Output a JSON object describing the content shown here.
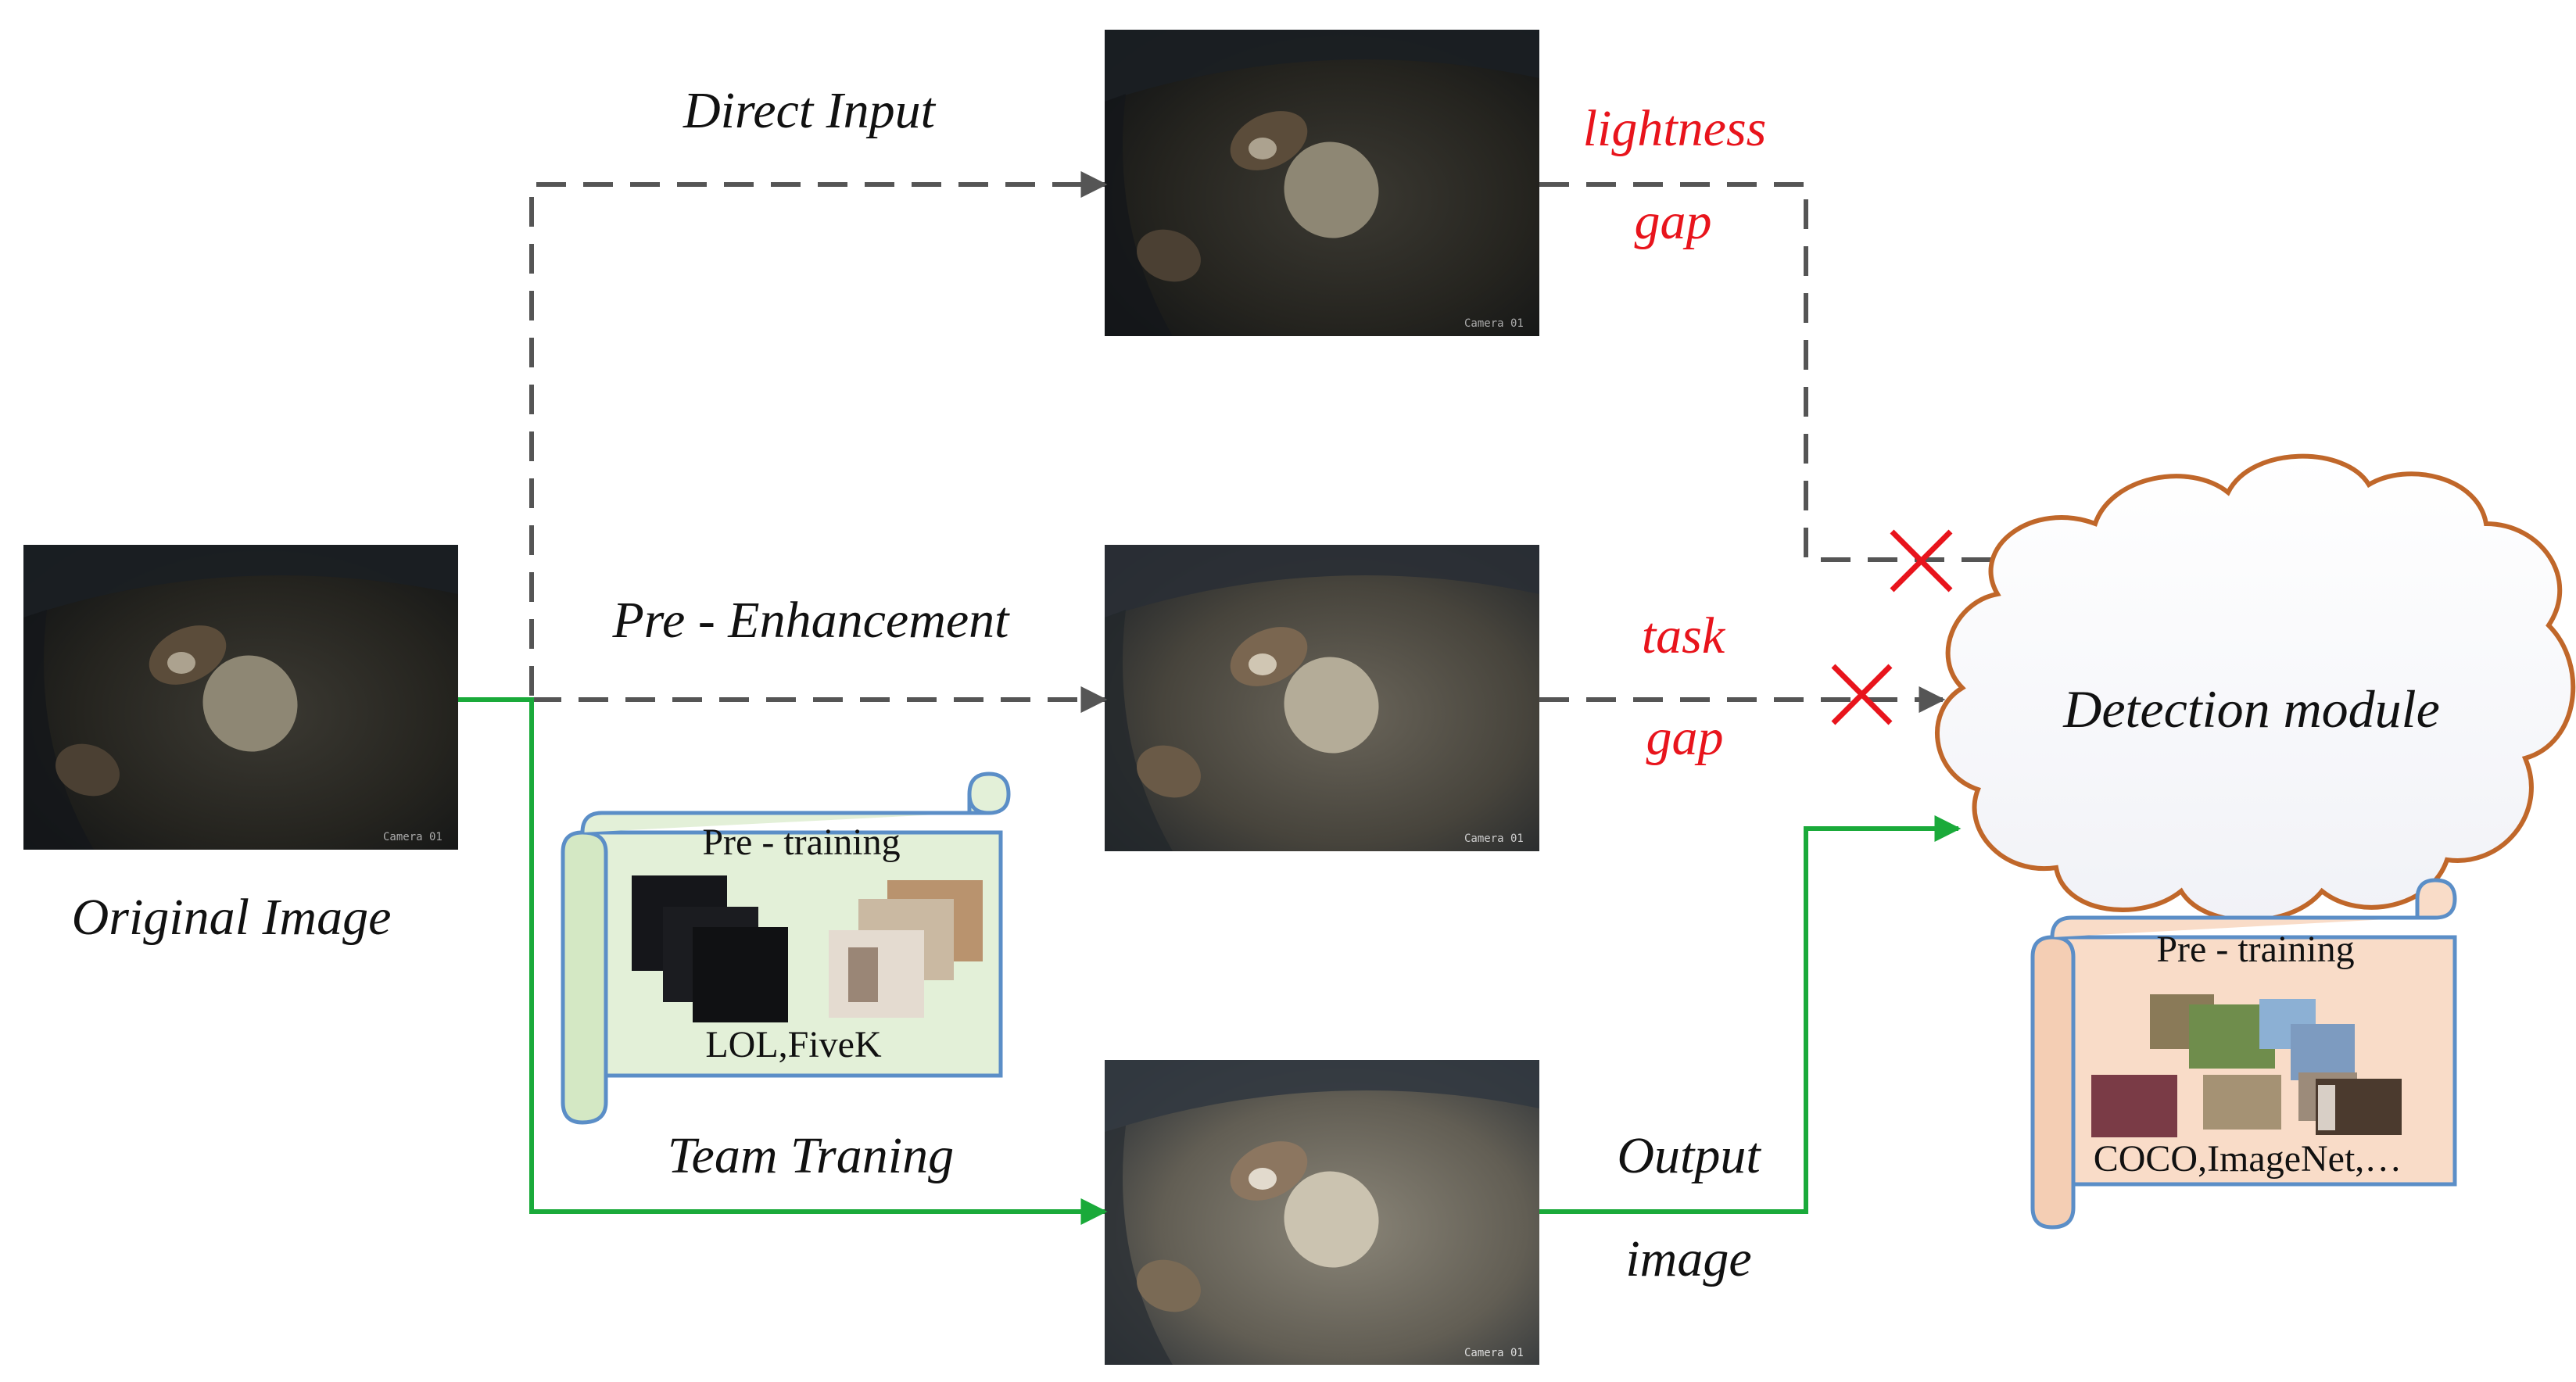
{
  "labels": {
    "original_image": "Original Image",
    "direct_input": "Direct Input",
    "pre_enhancement": "Pre - Enhancement",
    "team_training": "Team Traning",
    "lightness_gap_line1": "lightness",
    "lightness_gap_line2": "gap",
    "task_gap_line1": "task",
    "task_gap_line2": "gap",
    "output_image_line1": "Output",
    "output_image_line2": "image",
    "detection_module": "Detection module"
  },
  "scroll_left": {
    "title": "Pre - training",
    "datasets": "LOL,FiveK"
  },
  "scroll_right": {
    "title": "Pre - training",
    "datasets": "COCO,ImageNet,…"
  },
  "camera_stamp": "Camera 01",
  "colors": {
    "dashed_path": "#555555",
    "green_path": "#1aaa3a",
    "gap_text": "#e8141c",
    "cross": "#e8141c",
    "cloud_stroke": "#c0672a",
    "scroll_left_fill": "#e3f0d8",
    "scroll_right_fill": "#f9dcc8",
    "scroll_stroke": "#5b8ec7"
  }
}
